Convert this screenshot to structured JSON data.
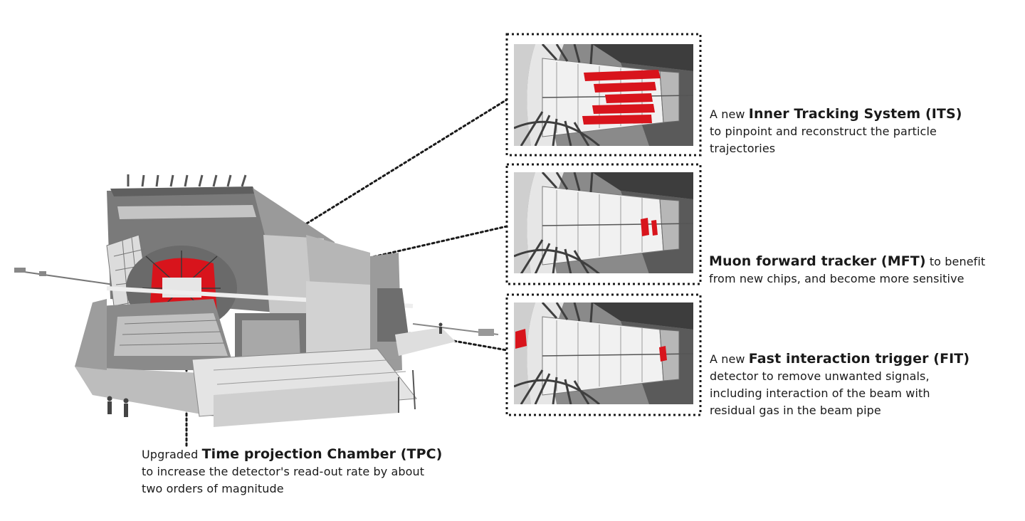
{
  "colors": {
    "highlight": "#d8141c",
    "structure_dark": "#6f6f6f",
    "structure_mid": "#a3a3a3",
    "structure_light": "#d9d9d9",
    "text": "#1a1a1a"
  },
  "its": {
    "prefix": "A new",
    "title": "Inner Tracking System (ITS)",
    "line2": "to pinpoint and reconstruct the particle",
    "line3": "trajectories"
  },
  "mft": {
    "title": "Muon forward tracker (MFT)",
    "line1_rest": "to benefit",
    "line2": "from new chips, and become more sensitive"
  },
  "fit": {
    "prefix": "A new",
    "title": "Fast interaction trigger (FIT)",
    "line2": "detector to remove unwanted signals,",
    "line3": "including interaction of the beam with",
    "line4": "residual gas in the beam pipe"
  },
  "tpc": {
    "prefix": "Upgraded",
    "title": "Time projection Chamber (TPC)",
    "line2": "to increase the detector's read-out rate by about",
    "line3": "two orders of magnitude"
  }
}
